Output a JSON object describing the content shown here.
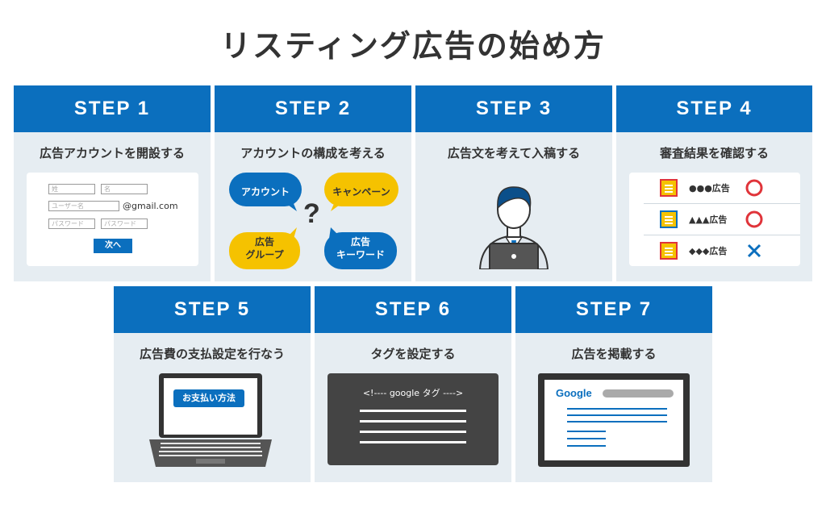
{
  "title": "リスティング広告の始め方",
  "colors": {
    "accent": "#0b6fbe",
    "yellow": "#f5c200",
    "panel_bg": "#e6edf2",
    "red": "#e0343a"
  },
  "steps": [
    {
      "label": "STEP 1",
      "desc": "広告アカウントを開設する"
    },
    {
      "label": "STEP 2",
      "desc": "アカウントの構成を考える"
    },
    {
      "label": "STEP 3",
      "desc": "広告文を考えて入稿する"
    },
    {
      "label": "STEP 4",
      "desc": "審査結果を確認する"
    },
    {
      "label": "STEP 5",
      "desc": "広告費の支払設定を行なう"
    },
    {
      "label": "STEP 6",
      "desc": "タグを設定する"
    },
    {
      "label": "STEP 7",
      "desc": "広告を掲載する"
    }
  ],
  "step1_form": {
    "last_name_placeholder": "姓",
    "first_name_placeholder": "名",
    "username_placeholder": "ユーザー名",
    "domain": "@gmail.com",
    "password_placeholder": "パスワード",
    "password_confirm_placeholder": "パスワード",
    "next_button": "次へ"
  },
  "step2_bubbles": {
    "account": "アカウント",
    "campaign": "キャンペーン",
    "ad_group": "広告\nグループ",
    "keyword": "広告\nキーワード",
    "question": "?"
  },
  "step4_results": [
    {
      "label": "●●●広告",
      "result": "O",
      "icon": "circle-icon"
    },
    {
      "label": "▲▲▲広告",
      "result": "O",
      "icon": "circle-icon"
    },
    {
      "label": "◆◆◆広告",
      "result": "X",
      "icon": "cross-icon"
    }
  ],
  "step5": {
    "payment_button": "お支払い方法"
  },
  "step6": {
    "tag_text": "<!---- google タグ ---->"
  },
  "step7": {
    "search_logo": "Google"
  }
}
